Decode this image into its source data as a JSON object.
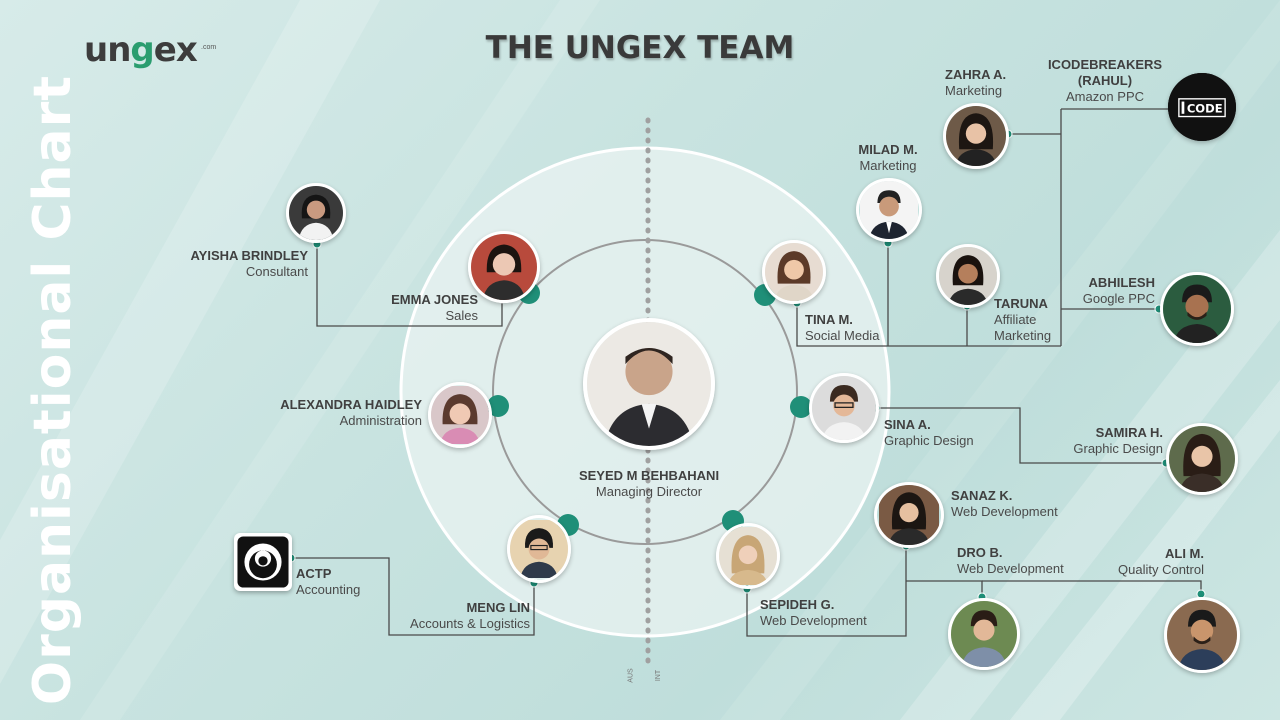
{
  "header": {
    "title": "THE UNGEX TEAM",
    "logo_text_main": "un",
    "logo_text_accent": "g",
    "logo_text_tail": "ex",
    "logo_tld": ".com"
  },
  "side_title": "Organisational Chart",
  "axis_labels": {
    "left": "AUS",
    "right": "INT"
  },
  "colors": {
    "accent": "#1f8f78",
    "line": "#4a4a4a",
    "ring": "#9a9a9a"
  },
  "people": {
    "director": {
      "name": "SEYED M BEHBAHANI",
      "role": "Managing Director"
    },
    "ayisha": {
      "name": "AYISHA BRINDLEY",
      "role": "Consultant"
    },
    "emma": {
      "name": "EMMA JONES",
      "role": "Sales"
    },
    "alexandra": {
      "name": "ALEXANDRA HAIDLEY",
      "role": "Administration"
    },
    "actp": {
      "name": "ACTP",
      "role": "Accounting"
    },
    "meng": {
      "name": "MENG LIN",
      "role": "Accounts & Logistics"
    },
    "sepideh": {
      "name": "SEPIDEH G.",
      "role": "Web Development"
    },
    "tina": {
      "name": "TINA M.",
      "role": "Social Media"
    },
    "milad": {
      "name": "MILAD M.",
      "role": "Marketing"
    },
    "zahra": {
      "name": "ZAHRA A.",
      "role": "Marketing"
    },
    "icode": {
      "name": "ICODEBREAKERS",
      "name2": "(RAHUL)",
      "role": "Amazon PPC",
      "logo_text": "CODE"
    },
    "taruna": {
      "name": "TARUNA",
      "role": "Affiliate",
      "role2": "Marketing"
    },
    "abhilesh": {
      "name": "ABHILESH",
      "role": "Google PPC"
    },
    "sina": {
      "name": "SINA A.",
      "role": "Graphic Design"
    },
    "samira": {
      "name": "SAMIRA H.",
      "role": "Graphic Design"
    },
    "sanaz": {
      "name": "SANAZ K.",
      "role": "Web Development"
    },
    "dro": {
      "name": "DRO B.",
      "role": "Web Development"
    },
    "ali": {
      "name": "ALI M.",
      "role": "Quality Control"
    }
  }
}
